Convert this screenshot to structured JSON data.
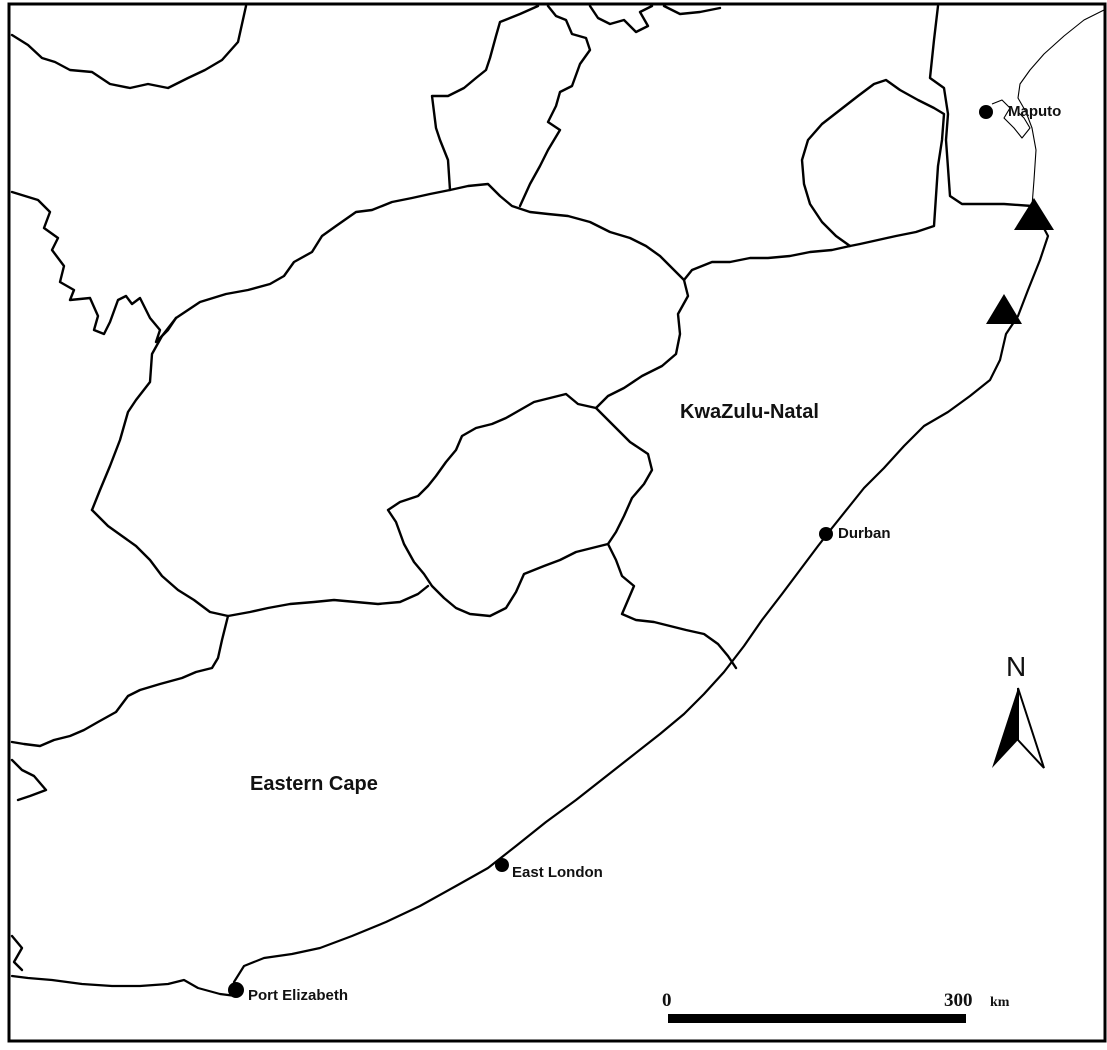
{
  "regions": {
    "kwazulu_natal": "KwaZulu-Natal",
    "eastern_cape": "Eastern Cape"
  },
  "cities": {
    "maputo": "Maputo",
    "durban": "Durban",
    "east_london": "East London",
    "port_elizabeth": "Port Elizabeth"
  },
  "north_arrow": {
    "label": "N"
  },
  "scale_bar": {
    "start": "0",
    "end": "300",
    "unit": "km"
  },
  "colors": {
    "ink": "#000000",
    "land": "#ffffff"
  },
  "markers": {
    "icon": "triangle-marker-icon",
    "count": 2
  }
}
